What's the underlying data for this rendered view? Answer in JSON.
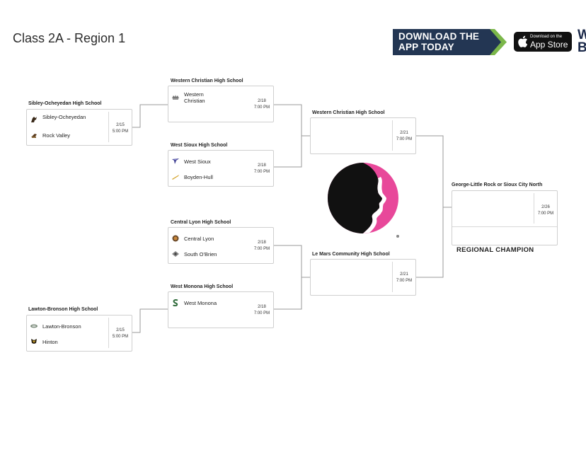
{
  "page": {
    "title": "Class 2A - Region 1"
  },
  "promo": {
    "download_line1": "DOWNLOAD THE",
    "download_line2": "APP TODAY",
    "appstore_small": "Download on the",
    "appstore_big": "App Store",
    "edge_glyph_1": "W",
    "edge_glyph_2": "B",
    "colors": {
      "banner": "#233653",
      "chevron": "#7bb74a"
    }
  },
  "bracket": {
    "round1": [
      {
        "venue": "Sibley-Ocheyedan High School",
        "team1": "Sibley-Ocheyedan",
        "team2": "Rock Valley",
        "date": "2/15",
        "time": "5:00 PM"
      },
      {
        "venue": "Lawton-Bronson High School",
        "team1": "Lawton-Bronson",
        "team2": "Hinton",
        "date": "2/15",
        "time": "5:00 PM"
      }
    ],
    "round2": [
      {
        "venue": "Western Christian High School",
        "team1": "Western Christian",
        "team2": "",
        "date": "2/18",
        "time": "7:00 PM"
      },
      {
        "venue": "West Sioux High School",
        "team1": "West Sioux",
        "team2": "Boyden-Hull",
        "date": "2/18",
        "time": "7:00 PM"
      },
      {
        "venue": "Central Lyon High School",
        "team1": "Central Lyon",
        "team2": "South O'Brien",
        "date": "2/18",
        "time": "7:00 PM"
      },
      {
        "venue": "West Monona High School",
        "team1": "West Monona",
        "team2": "",
        "date": "2/18",
        "time": "7:00 PM"
      }
    ],
    "round3": [
      {
        "venue": "Western Christian High School",
        "date": "2/21",
        "time": "7:00 PM"
      },
      {
        "venue": "Le Mars Community High School",
        "date": "2/21",
        "time": "7:00 PM"
      }
    ],
    "final": {
      "venue": "George-Little Rock or Sioux City North",
      "date": "2/26",
      "time": "7:00 PM",
      "champion_label": "REGIONAL CHAMPION"
    }
  },
  "colors": {
    "line": "#9a9a9a",
    "logo_pink": "#e8489a",
    "logo_black": "#111111"
  }
}
